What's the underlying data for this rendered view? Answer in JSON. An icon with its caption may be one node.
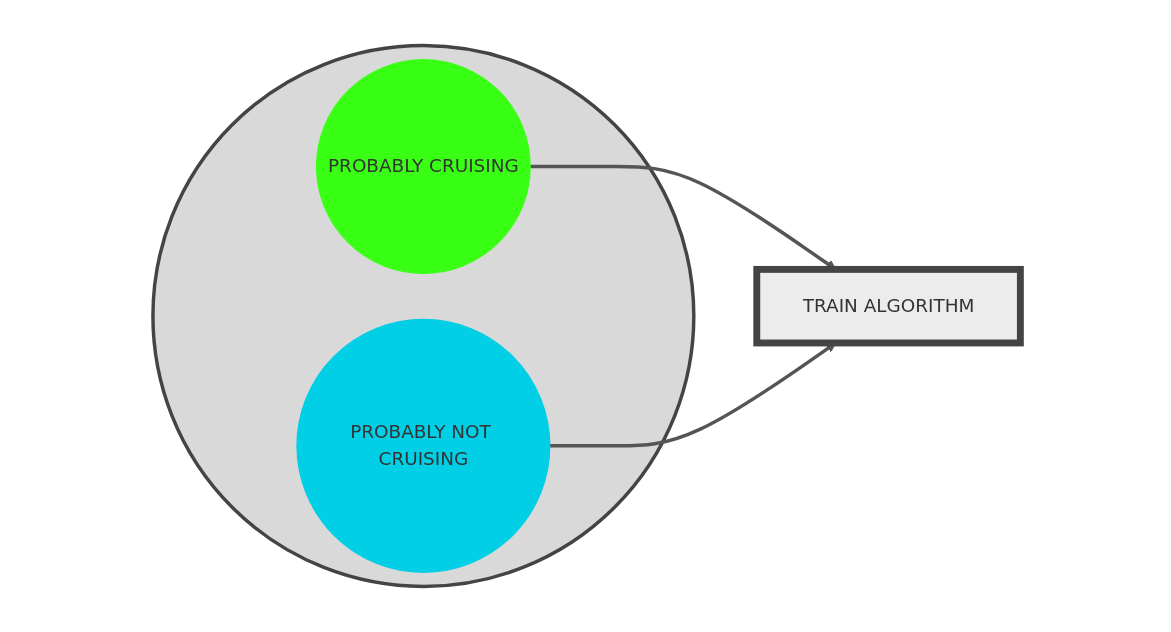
{
  "diagram": {
    "nodes": [
      {
        "text": [],
        "shape": "circle"
      },
      {
        "text": [
          "PROBABLY CRUISING"
        ],
        "in": 0
      },
      {
        "text": [
          "PROBABLY NOT CRUISING"
        ],
        "in": 0
      },
      {
        "text": [
          "TRAIN ALGORITHM"
        ]
      }
    ],
    "edges": [
      {
        "from": 1,
        "to": 3,
        "arrow": "to"
      },
      {
        "from": 2,
        "to": 3,
        "arrow": "to"
      }
    ]
  }
}
